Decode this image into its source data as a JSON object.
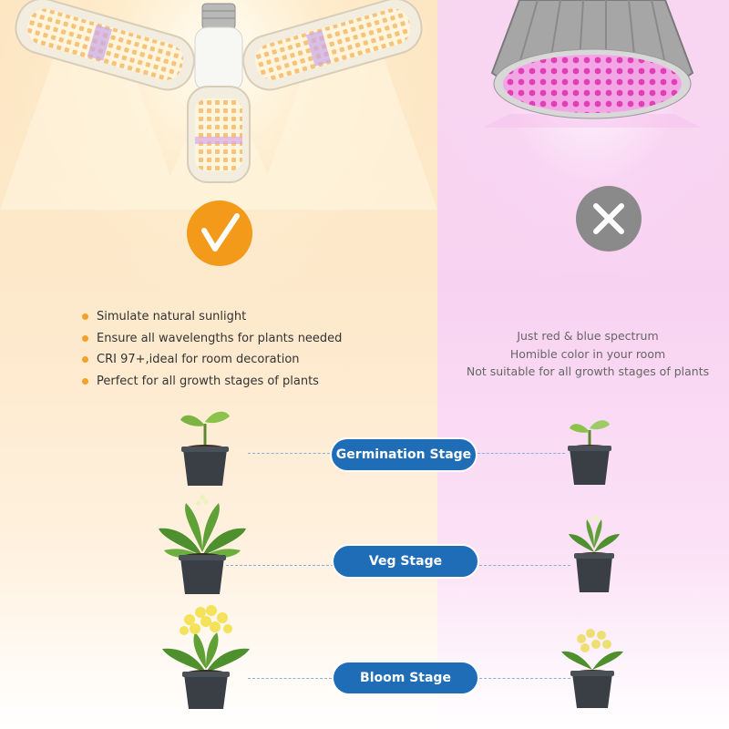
{
  "left_features": [
    "Simulate natural sunlight",
    "Ensure all wavelengths for plants needed",
    "CRI 97+,ideal for room decoration",
    "Perfect for all growth stages of plants"
  ],
  "right_features": [
    "Just red & blue spectrum",
    "Homible color in your room",
    "Not suitable for all growth stages of plants"
  ],
  "stages": [
    {
      "label": "Germination Stage"
    },
    {
      "label": "Veg Stage"
    },
    {
      "label": "Bloom Stage"
    }
  ],
  "colors": {
    "check_badge": "#f49a1a",
    "cross_badge": "#8a8a8a",
    "stage_pill": "#1f6cb7",
    "bullet": "#f3a12a"
  },
  "icons": {
    "left_badge": "check-mark-icon",
    "right_badge": "cross-mark-icon"
  }
}
